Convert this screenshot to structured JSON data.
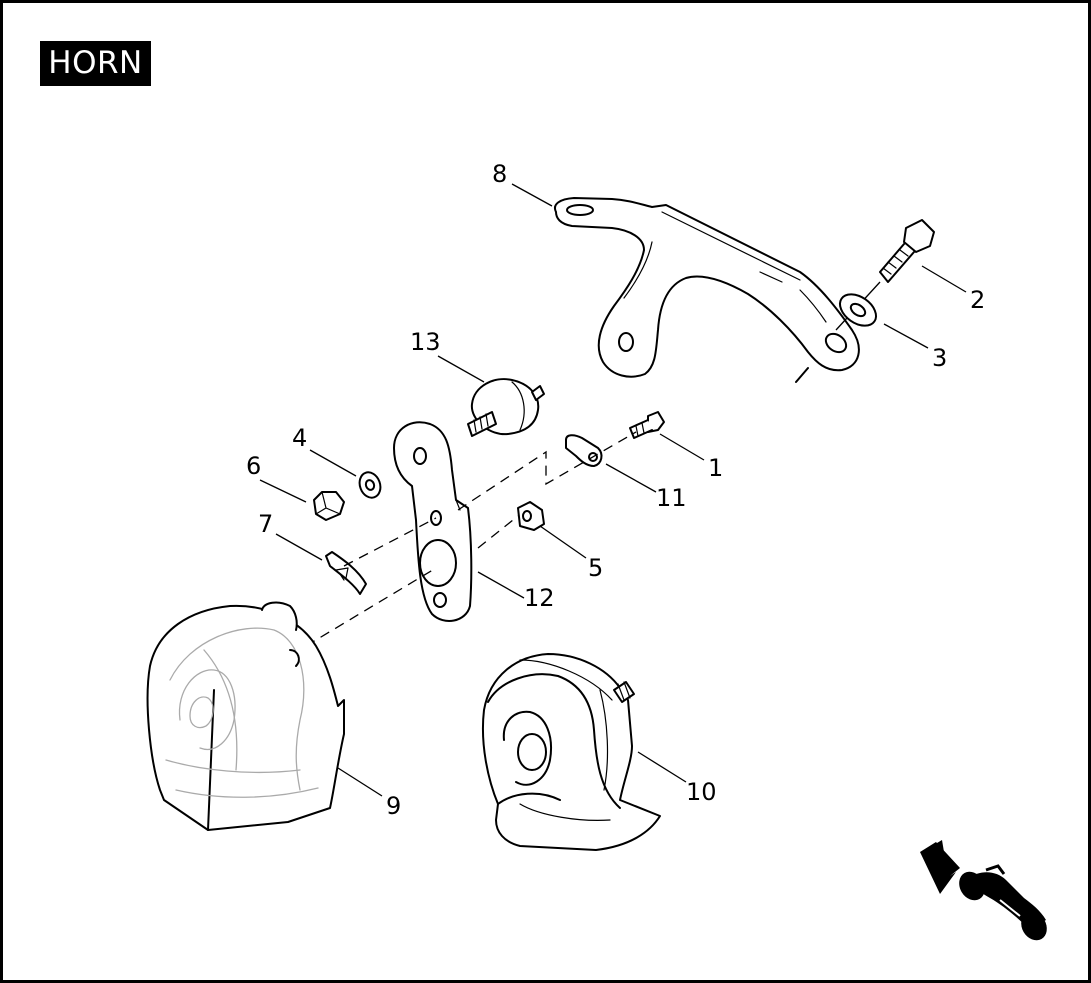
{
  "title": "HORN",
  "callouts": [
    {
      "id": "c1",
      "label": "1"
    },
    {
      "id": "c2",
      "label": "2"
    },
    {
      "id": "c3",
      "label": "3"
    },
    {
      "id": "c4",
      "label": "4"
    },
    {
      "id": "c5",
      "label": "5"
    },
    {
      "id": "c6",
      "label": "6"
    },
    {
      "id": "c7",
      "label": "7"
    },
    {
      "id": "c8",
      "label": "8"
    },
    {
      "id": "c9",
      "label": "9"
    },
    {
      "id": "c10",
      "label": "10"
    },
    {
      "id": "c11",
      "label": "11"
    },
    {
      "id": "c12",
      "label": "12"
    },
    {
      "id": "c13",
      "label": "13"
    }
  ],
  "icons": {
    "front_arrow": "front-direction-arrow-icon",
    "motorcycle": "motorcycle-silhouette-icon"
  }
}
